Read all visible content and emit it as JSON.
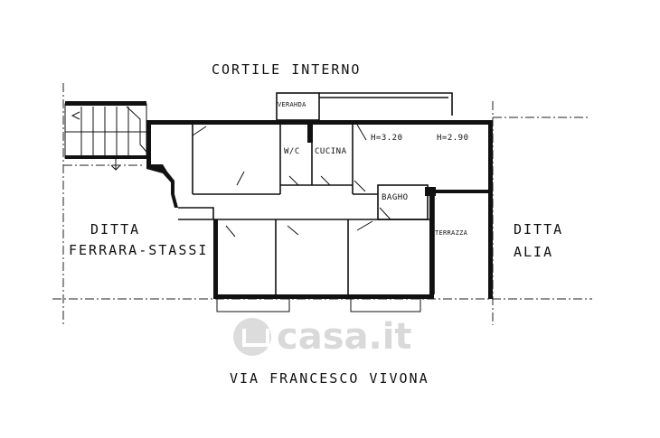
{
  "labels": {
    "courtyard": "CORTILE INTERNO",
    "street": "VIA FRANCESCO VIVONA",
    "left_neighbor_line1": "DITTA",
    "left_neighbor_line2": "FERRARA-STASSI",
    "right_neighbor_line1": "DITTA",
    "right_neighbor_line2": "ALIA",
    "veranda": "VERAHDA",
    "wc": "W/C",
    "kitchen": "CUCINA",
    "height_left": "H=3.20",
    "height_right": "H=2.90",
    "bathroom": "BAGHO",
    "terrace": "TERRAZZA"
  },
  "watermark": "casa.it",
  "colors": {
    "wall": "#111111",
    "background": "#ffffff",
    "watermark": "#d9d9d9"
  }
}
